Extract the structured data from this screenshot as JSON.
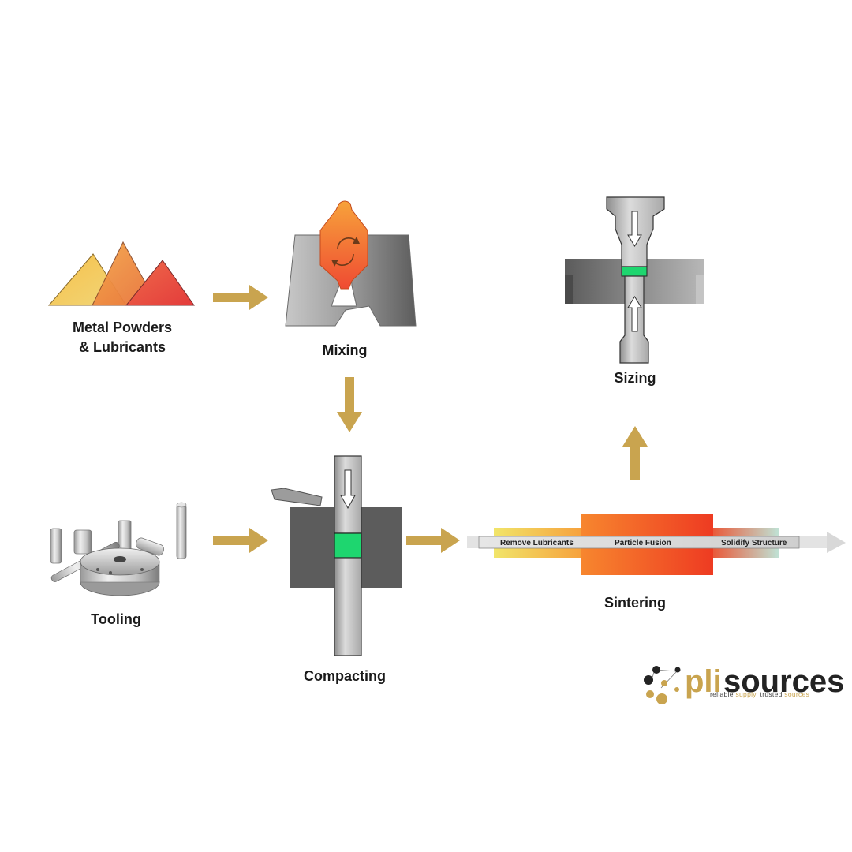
{
  "steps": {
    "metal_powders": {
      "line1": "Metal Powders",
      "line2": "& Lubricants"
    },
    "mixing": {
      "label": "Mixing"
    },
    "tooling": {
      "label": "Tooling"
    },
    "compacting": {
      "label": "Compacting"
    },
    "sintering": {
      "label": "Sintering",
      "stages": [
        "Remove Lubricants",
        "Particle Fusion",
        "Solidify Structure"
      ]
    },
    "sizing": {
      "label": "Sizing"
    }
  },
  "logo": {
    "name_part1": "pli",
    "name_part2": "sources",
    "tagline_part1": "reliable ",
    "tagline_part2": "supply",
    "tagline_part3": ", trusted ",
    "tagline_part4": "sources"
  },
  "colors": {
    "arrow": "#c9a44f",
    "accent_green": "#1ed66f",
    "furnace_hot": "#f15a24",
    "die_gray": "#5a5a5a"
  }
}
